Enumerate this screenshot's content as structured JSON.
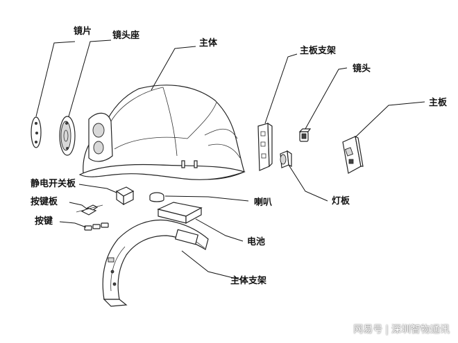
{
  "labels": {
    "lens": "镜片",
    "lens_mount": "镜头座",
    "main_body": "主体",
    "mainboard_bracket": "主板支架",
    "camera_lens": "镜头",
    "mainboard": "主板",
    "static_switch_board": "静电开关板",
    "key_board": "按键板",
    "keys": "按键",
    "speaker": "喇叭",
    "light_board": "灯板",
    "battery": "电池",
    "main_bracket": "主体支架"
  },
  "watermark": {
    "platform": "网易号",
    "separator": "|",
    "source": "深圳智物通讯"
  }
}
